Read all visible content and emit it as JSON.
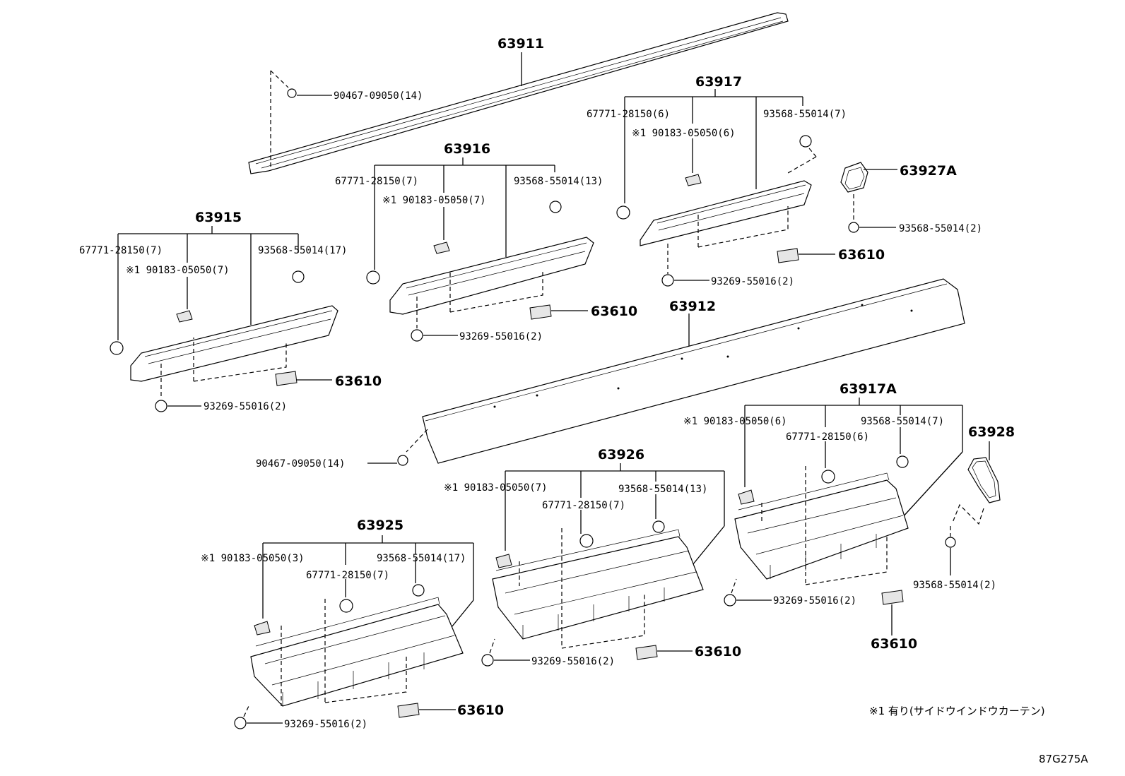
{
  "labels": {
    "p63911": "63911",
    "p63912": "63912",
    "p63915": "63915",
    "p63916": "63916",
    "p63917": "63917",
    "p63917A": "63917A",
    "p63925": "63925",
    "p63926": "63926",
    "p63927A": "63927A",
    "p63928": "63928",
    "g63915_clip": "67771-28150(7)",
    "g63915_nut": "※1 90183-05050(7)",
    "g63915_screw": "93568-55014(17)",
    "g63915_bolt": "93269-55016(2)",
    "g63915_bracket": "63610",
    "g63916_clip": "67771-28150(7)",
    "g63916_nut": "※1 90183-05050(7)",
    "g63916_screw": "93568-55014(13)",
    "g63916_bolt": "93269-55016(2)",
    "g63916_bracket": "63610",
    "g63917_clip": "67771-28150(6)",
    "g63917_nut": "※1 90183-05050(6)",
    "g63917_screw": "93568-55014(7)",
    "g63917_bolt": "93269-55016(2)",
    "g63917_bracket": "63610",
    "g63927A_screw": "93568-55014(2)",
    "g63911_clip": "90467-09050(14)",
    "g63912_clip": "90467-09050(14)",
    "g63925_nut": "※1 90183-05050(3)",
    "g63925_clip": "67771-28150(7)",
    "g63925_screw": "93568-55014(17)",
    "g63925_bolt": "93269-55016(2)",
    "g63925_bracket": "63610",
    "g63926_nut": "※1 90183-05050(7)",
    "g63926_clip": "67771-28150(7)",
    "g63926_screw": "93568-55014(13)",
    "g63926_bolt": "93269-55016(2)",
    "g63926_bracket": "63610",
    "g63917A_nut": "※1 90183-05050(6)",
    "g63917A_clip": "67771-28150(6)",
    "g63917A_screw": "93568-55014(7)",
    "g63917A_bolt": "93269-55016(2)",
    "g63917A_bracket": "63610",
    "g63928_screw": "93568-55014(2)"
  },
  "footnote": "※1 有り(サイドウインドウカーテン)",
  "figure_id": "87G275A"
}
